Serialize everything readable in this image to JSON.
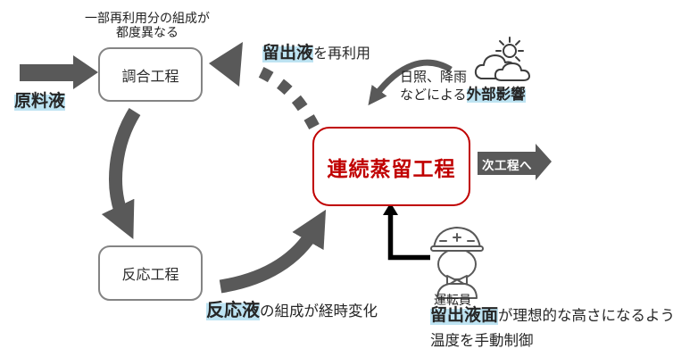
{
  "diagram_title": "continuous-distillation-process-flow",
  "colors": {
    "arrow_gray": "#595959",
    "accent_red": "#C00000",
    "highlight_blue": "#BDE3F2",
    "box_border_gray": "#848484",
    "black": "#000000"
  },
  "nodes": {
    "blend": {
      "label": "調合工程"
    },
    "reaction": {
      "label": "反応工程"
    },
    "distillation": {
      "label": "連続蒸留工程"
    }
  },
  "labels": {
    "top_note_line1": "一部再利用分の組成が",
    "top_note_line2": "都度異なる",
    "feed": "原料液",
    "reuse_bold": "留出液",
    "reuse_rest": "を再利用",
    "weather_line1": "日照、降雨",
    "weather_line2_pre": "などによる",
    "weather_line2_bold": "外部影響",
    "next_process": "次工程へ",
    "reaction_note_bold": "反応液",
    "reaction_note_rest": "の組成が経時変化",
    "operator": "運転員",
    "control_bold": "留出液面",
    "control_rest": "が理想的な高さになるよう",
    "control_line2": "温度を手動制御"
  },
  "icons": {
    "weather": "sun-behind-clouds-icon",
    "operator": "operator-helmet-icon"
  }
}
